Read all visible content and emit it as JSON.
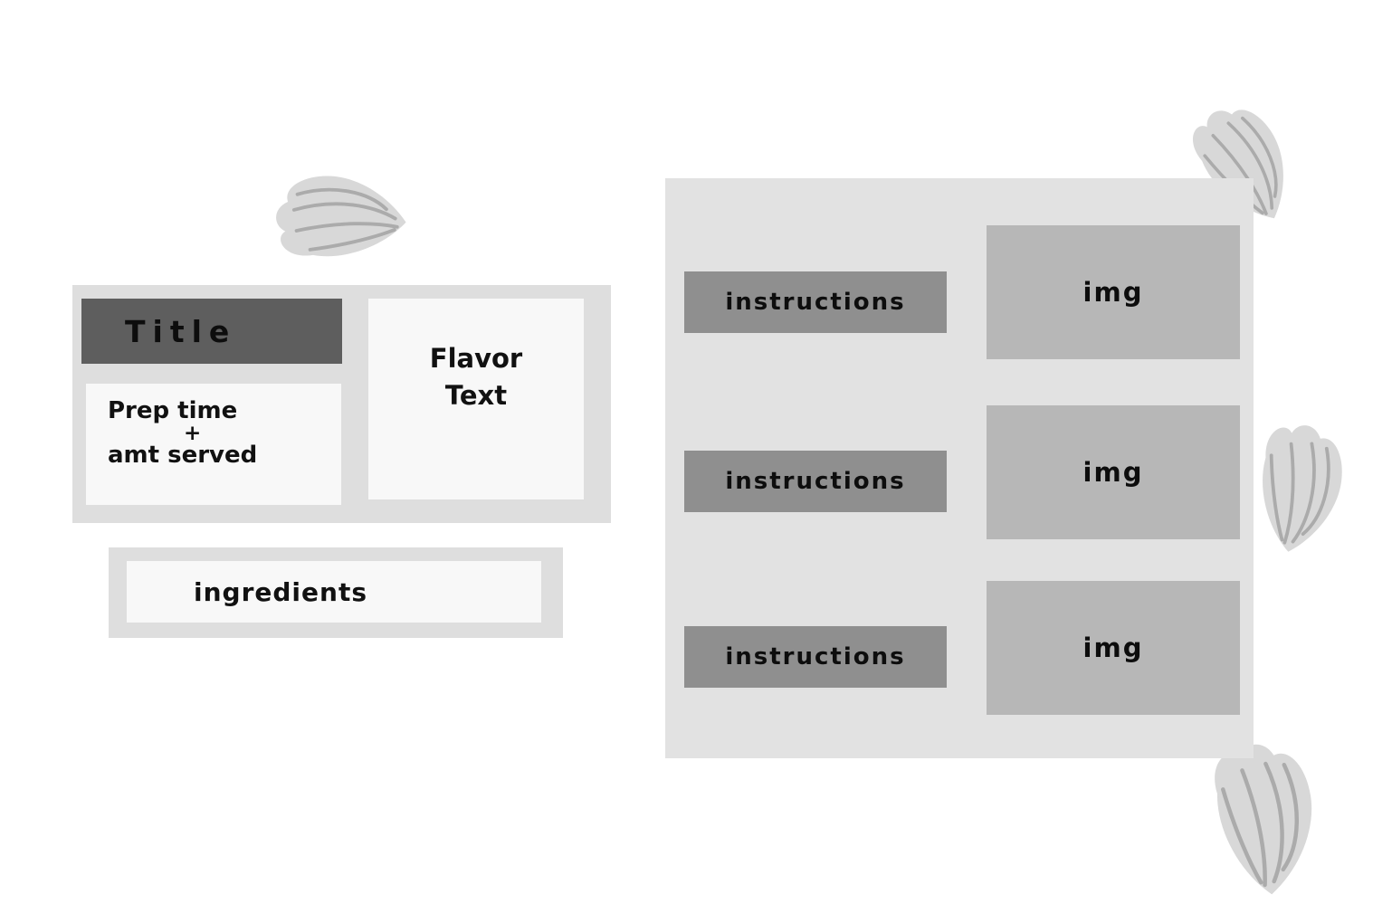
{
  "recipe_card": {
    "title": "Title",
    "prep_serving": {
      "line1": "Prep time",
      "line2": "+",
      "line3": "amt served"
    },
    "flavor": {
      "line1": "Flavor",
      "line2": "Text"
    }
  },
  "ingredients": {
    "label": "ingredients"
  },
  "instructions_panel": {
    "rows": [
      {
        "instructions": "instructions",
        "image": "img"
      },
      {
        "instructions": "instructions",
        "image": "img"
      },
      {
        "instructions": "instructions",
        "image": "img"
      }
    ]
  },
  "decorations": {
    "leaf": "leaf-illustration",
    "leaf_count": 4
  },
  "colors": {
    "page_background": "#ffffff",
    "card_background": "#dedede",
    "panel_background": "#e2e2e2",
    "title_background": "#5e5e5e",
    "content_box_background": "#f8f8f8",
    "instructions_bar_background": "#8f8f8f",
    "image_placeholder_background": "#b7b7b7",
    "leaf_fill": "#d8d8d8",
    "leaf_vein": "#ababab",
    "text": "#111111"
  }
}
